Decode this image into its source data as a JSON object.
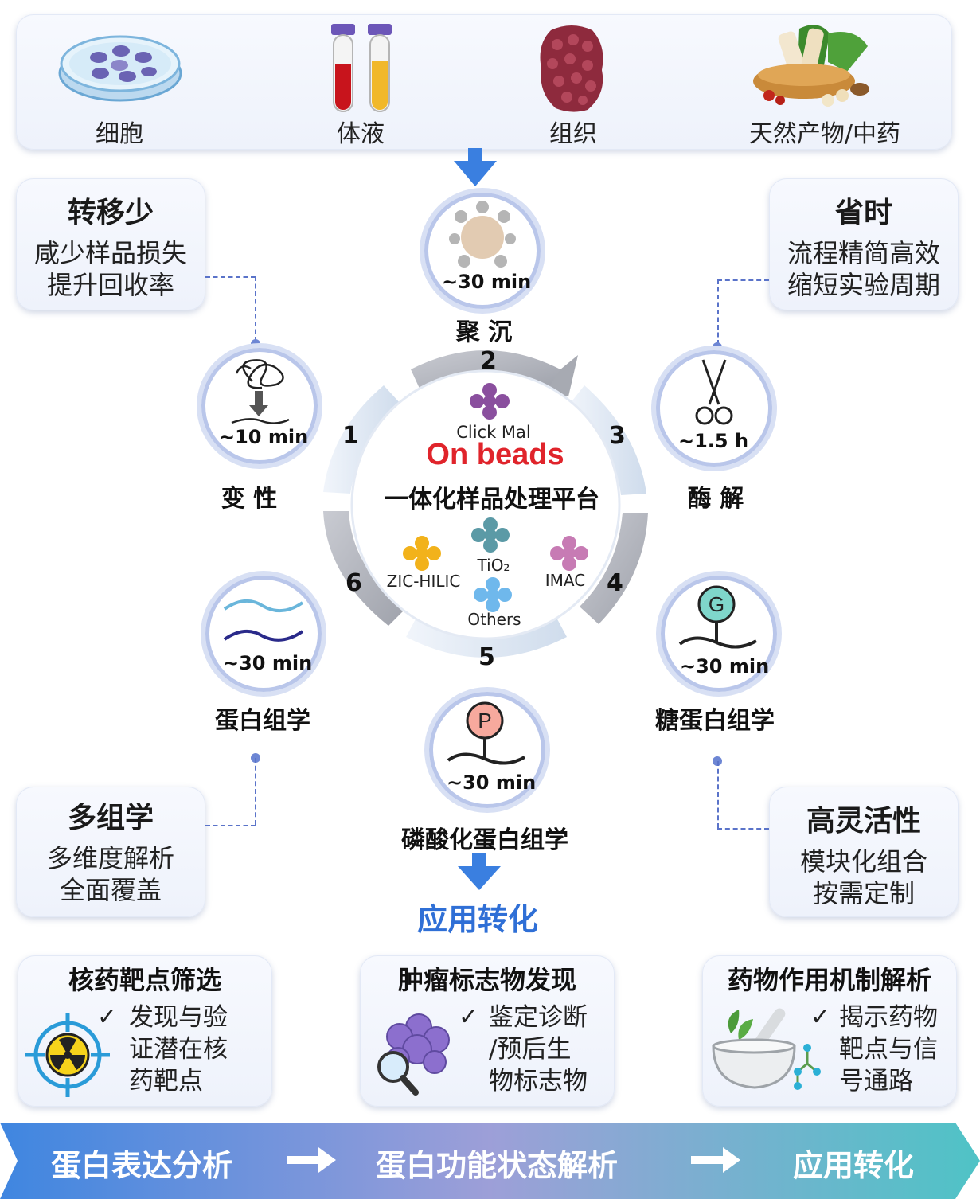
{
  "sources": [
    {
      "label": "细胞",
      "icon": "petri-dish-icon"
    },
    {
      "label": "体液",
      "icon": "blood-tubes-icon"
    },
    {
      "label": "组织",
      "icon": "tissue-icon"
    },
    {
      "label": "天然产物/中药",
      "icon": "herbal-medicine-icon"
    }
  ],
  "advantages": {
    "top_left": {
      "title": "转移少",
      "lines": [
        "咸少样品损失",
        "提升回收率"
      ]
    },
    "top_right": {
      "title": "省时",
      "lines": [
        "流程精简高效",
        "缩短实验周期"
      ]
    },
    "bottom_left": {
      "title": "多组学",
      "lines": [
        "多维度解析",
        "全面覆盖"
      ]
    },
    "bottom_right": {
      "title": "高灵活性",
      "lines": [
        "模块化组合",
        "按需定制"
      ]
    }
  },
  "steps": {
    "precipitation": {
      "time": "~30 min",
      "name": "聚 沉",
      "num": "2"
    },
    "denature": {
      "time": "~10 min",
      "name": "变 性",
      "num": "1"
    },
    "digest": {
      "time": "~1.5 h",
      "name": "酶 解",
      "num": "3"
    },
    "proteomics": {
      "time": "~30 min",
      "name": "蛋白组学",
      "num": "6"
    },
    "glyco": {
      "time": "~30 min",
      "name": "糖蛋白组学",
      "num": "4",
      "badge": "G"
    },
    "phospho": {
      "time": "~30 min",
      "name": "磷酸化蛋白组学",
      "num": "5",
      "badge": "P"
    }
  },
  "center": {
    "click_mal": "Click Mal",
    "on_beads": "On beads",
    "platform": "一体化样品处理平台",
    "zic": "ZIC-HILIC",
    "tio2": "TiO₂",
    "imac": "IMAC",
    "others": "Others",
    "colors": {
      "click_mal": "#8a4f9e",
      "zic": "#f2b21b",
      "tio2": "#5b9aa6",
      "imac": "#c77bb4",
      "others": "#6fb8ec",
      "on_beads": "#e0242b"
    }
  },
  "application_title": "应用转化",
  "applications": [
    {
      "title": "核药靶点筛选",
      "check": "✓",
      "lines": [
        "发现与验",
        "证潜在核",
        "药靶点"
      ],
      "icon": "radiation-target-icon"
    },
    {
      "title": "肿瘤标志物发现",
      "check": "✓",
      "lines": [
        "鉴定诊断",
        "/预后生",
        "物标志物"
      ],
      "icon": "tumor-magnifier-icon"
    },
    {
      "title": "药物作用机制解析",
      "check": "✓",
      "lines": [
        "揭示药物",
        "靶点与信",
        "号通路"
      ],
      "icon": "mortar-pestle-icon"
    }
  ],
  "bottom_bar": {
    "stage1": "蛋白表达分析",
    "stage2": "蛋白功能状态解析",
    "stage3": "应用转化"
  }
}
